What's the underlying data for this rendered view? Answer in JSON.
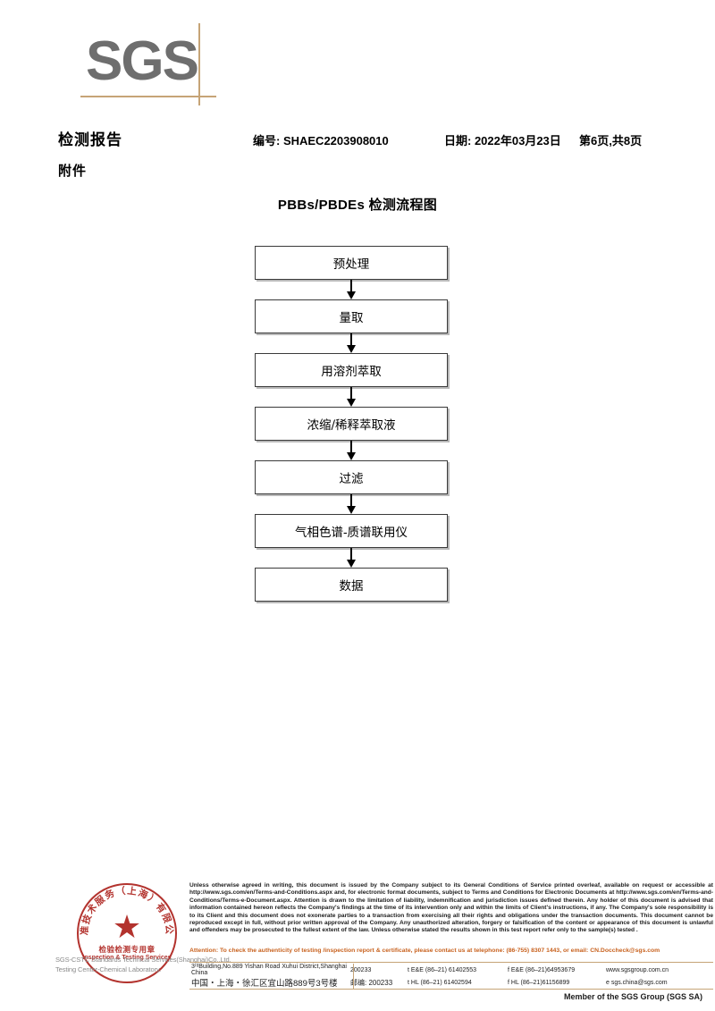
{
  "logo": {
    "text": "SGS"
  },
  "header": {
    "title": "检测报告",
    "subtitle": "附件",
    "report_no": "编号: SHAEC2203908010",
    "date": "日期: 2022年03月23日",
    "page": "第6页,共8页"
  },
  "flowchart": {
    "title": "PBBs/PBDEs 检测流程图",
    "steps": [
      {
        "label": "预处理"
      },
      {
        "label": "量取"
      },
      {
        "label": "用溶剂萃取"
      },
      {
        "label": "浓缩/稀释萃取液"
      },
      {
        "label": "过滤"
      },
      {
        "label": "气相色谱-质谱联用仪"
      },
      {
        "label": "数据"
      }
    ]
  },
  "seal": {
    "ring_text": "标准技术服务（上海）有限公司",
    "center_cn": "检验检测专用章",
    "center_en": "Inspection & Testing Services",
    "signature": "SGS-CSTC Standards Technical Services(Shanghai)Co.,Ltd. Testing Center-Chemical Laboratory.",
    "color": "#b3332e"
  },
  "footer": {
    "terms": "Unless otherwise agreed in writing, this document is issued by the Company subject to its General Conditions of Service printed overleaf, available on request or accessible at http://www.sgs.com/en/Terms-and-Conditions.aspx and, for electronic format documents, subject to Terms and Conditions for Electronic Documents at http://www.sgs.com/en/Terms-and-Conditions/Terms-e-Document.aspx. Attention is drawn to the limitation of liability, indemnification and jurisdiction issues defined therein. Any holder of this document is advised that information contained hereon reflects the Company's findings at the time of its intervention only and within the limits of Client's instructions, if any. The Company's sole responsibility is to its Client and this document does not exonerate parties to a transaction from exercising all their rights and obligations under the transaction documents. This document cannot be reproduced except in full, without prior written approval of the Company. Any unauthorized alteration, forgery or falsification of the content or appearance of this document is unlawful and offenders may be prosecuted to the fullest extent of the law. Unless otherwise stated the results shown in this test report refer only to the sample(s) tested .",
    "attention": "Attention: To check the authenticity of testing /inspection report & certificate, please contact us at telephone: (86-755) 8307 1443, or email: CN.Doccheck@sgs.com",
    "address_en": "3ʳᵈBuilding,No.889 Yishan Road Xuhui District,Shanghai China",
    "zip_en": "200233",
    "address_cn": "中国・上海・徐汇区宜山路889号3号楼",
    "zip_cn": "邮编: 200233",
    "tel_ee": "t E&E (86–21) 61402553",
    "fax_ee": "f E&E (86–21)64953679",
    "tel_hl": "t HL (86–21) 61402594",
    "fax_hl": "f HL (86–21)61156899",
    "website": "www.sgsgroup.com.cn",
    "email": "e sgs.china@sgs.com",
    "member": "Member of the SGS Group (SGS SA)",
    "accent_color": "#c6a477",
    "attention_color": "#c8621f"
  }
}
